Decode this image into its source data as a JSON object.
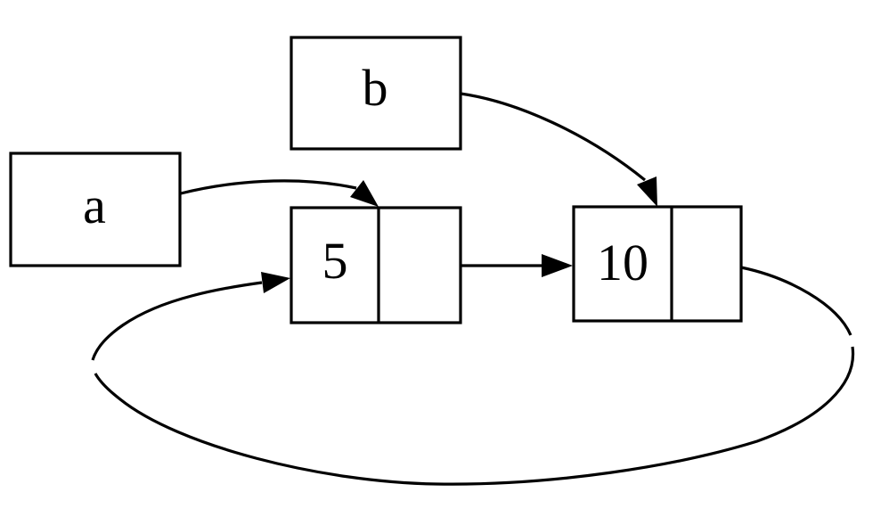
{
  "diagram": {
    "type": "box-and-pointer",
    "colors": {
      "background": "#ffffff",
      "stroke": "#000000",
      "text": "#000000"
    },
    "variables": [
      {
        "id": "a",
        "label": "a",
        "points_to": "cons-cell-5"
      },
      {
        "id": "b",
        "label": "b",
        "points_to": "cons-cell-10"
      }
    ],
    "cons_cells": [
      {
        "id": "cons-cell-5",
        "car": "5",
        "cdr_points_to": "cons-cell-10"
      },
      {
        "id": "cons-cell-10",
        "car": "10",
        "cdr_points_to": "cons-cell-5"
      }
    ],
    "edges": [
      {
        "from": "a",
        "to": "cons-cell-5",
        "style": "curved-right-into-top"
      },
      {
        "from": "b",
        "to": "cons-cell-10",
        "style": "curved-right-into-top"
      },
      {
        "from": "cons-cell-5.cdr",
        "to": "cons-cell-10",
        "style": "straight-horizontal"
      },
      {
        "from": "cons-cell-10.cdr",
        "to": "cons-cell-5",
        "style": "large-loop-below"
      }
    ]
  }
}
